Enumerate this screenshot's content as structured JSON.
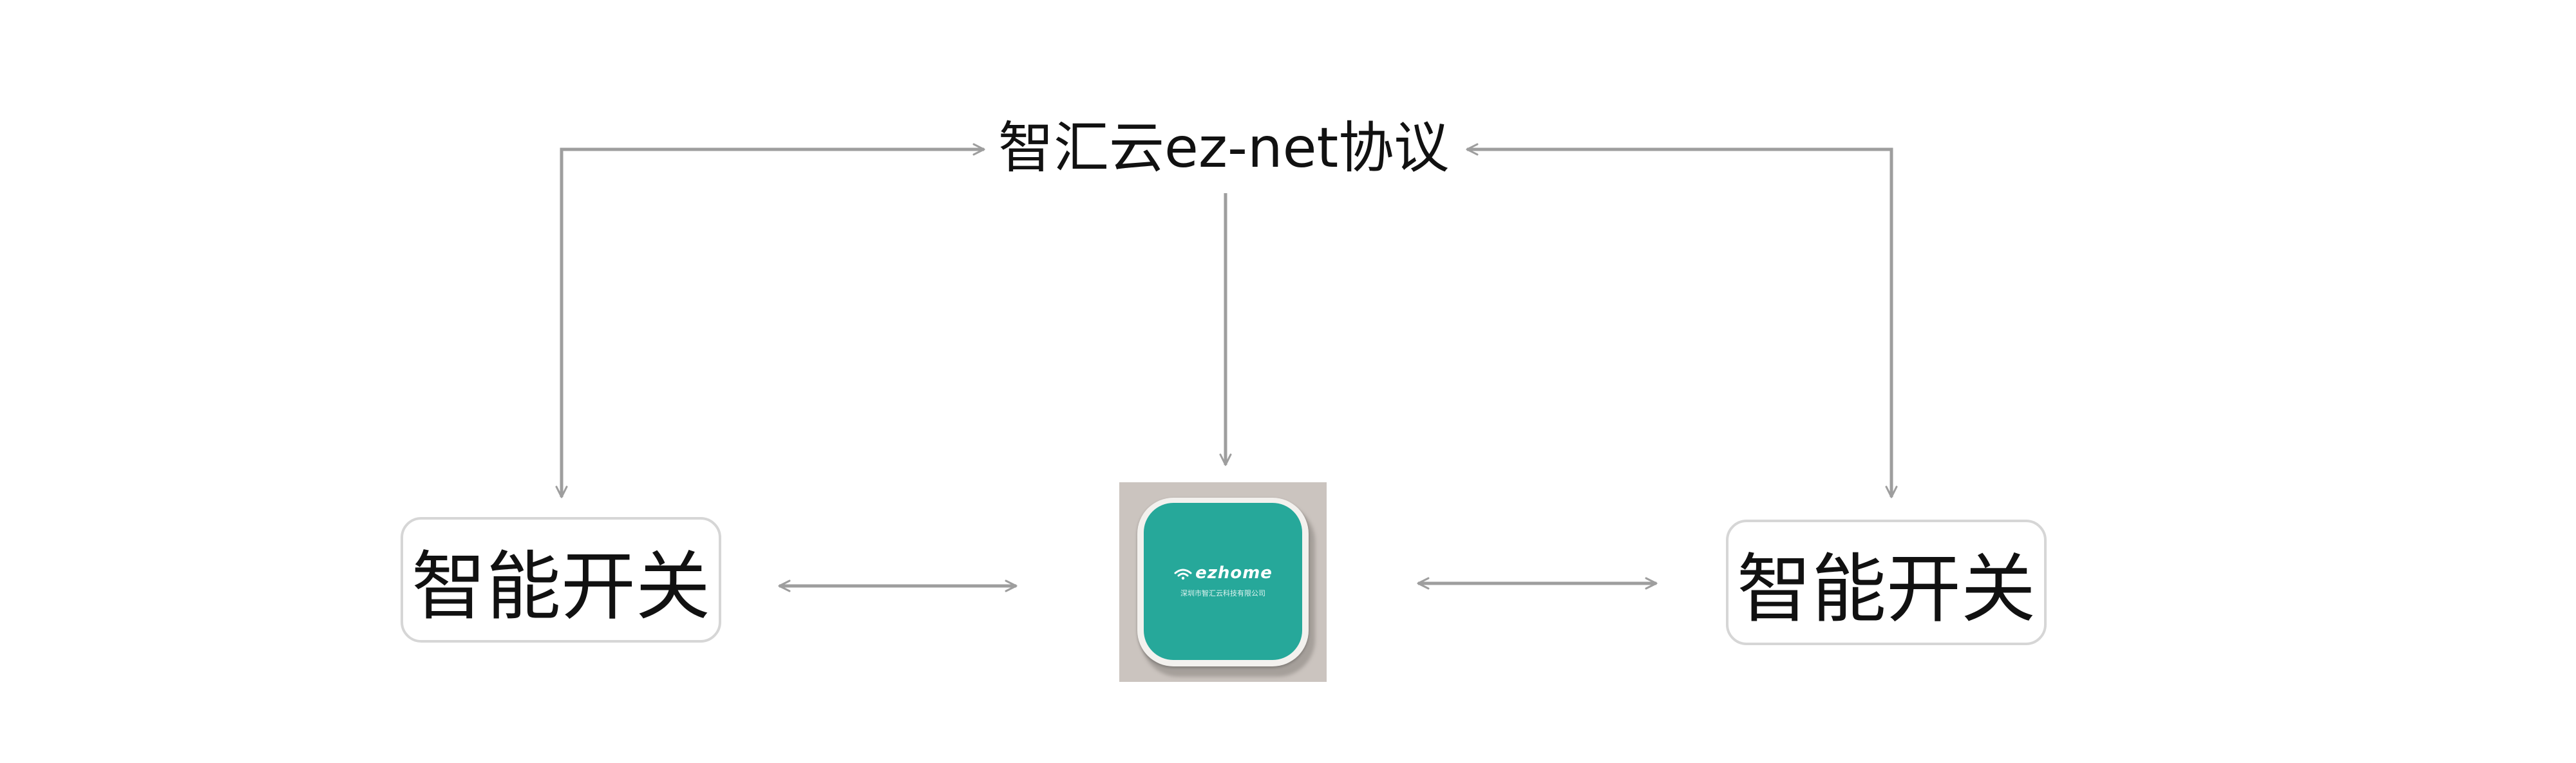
{
  "protocol_label": "智汇云ez-net协议",
  "left_device": {
    "label": "智能开关"
  },
  "right_device": {
    "label": "智能开关"
  },
  "hub": {
    "brand": "ezhome",
    "company": "深圳市智汇云科技有限公司"
  },
  "colors": {
    "arrow": "#9e9e9e",
    "box_border": "#d6d6d6",
    "hub_face": "#26a89a"
  }
}
